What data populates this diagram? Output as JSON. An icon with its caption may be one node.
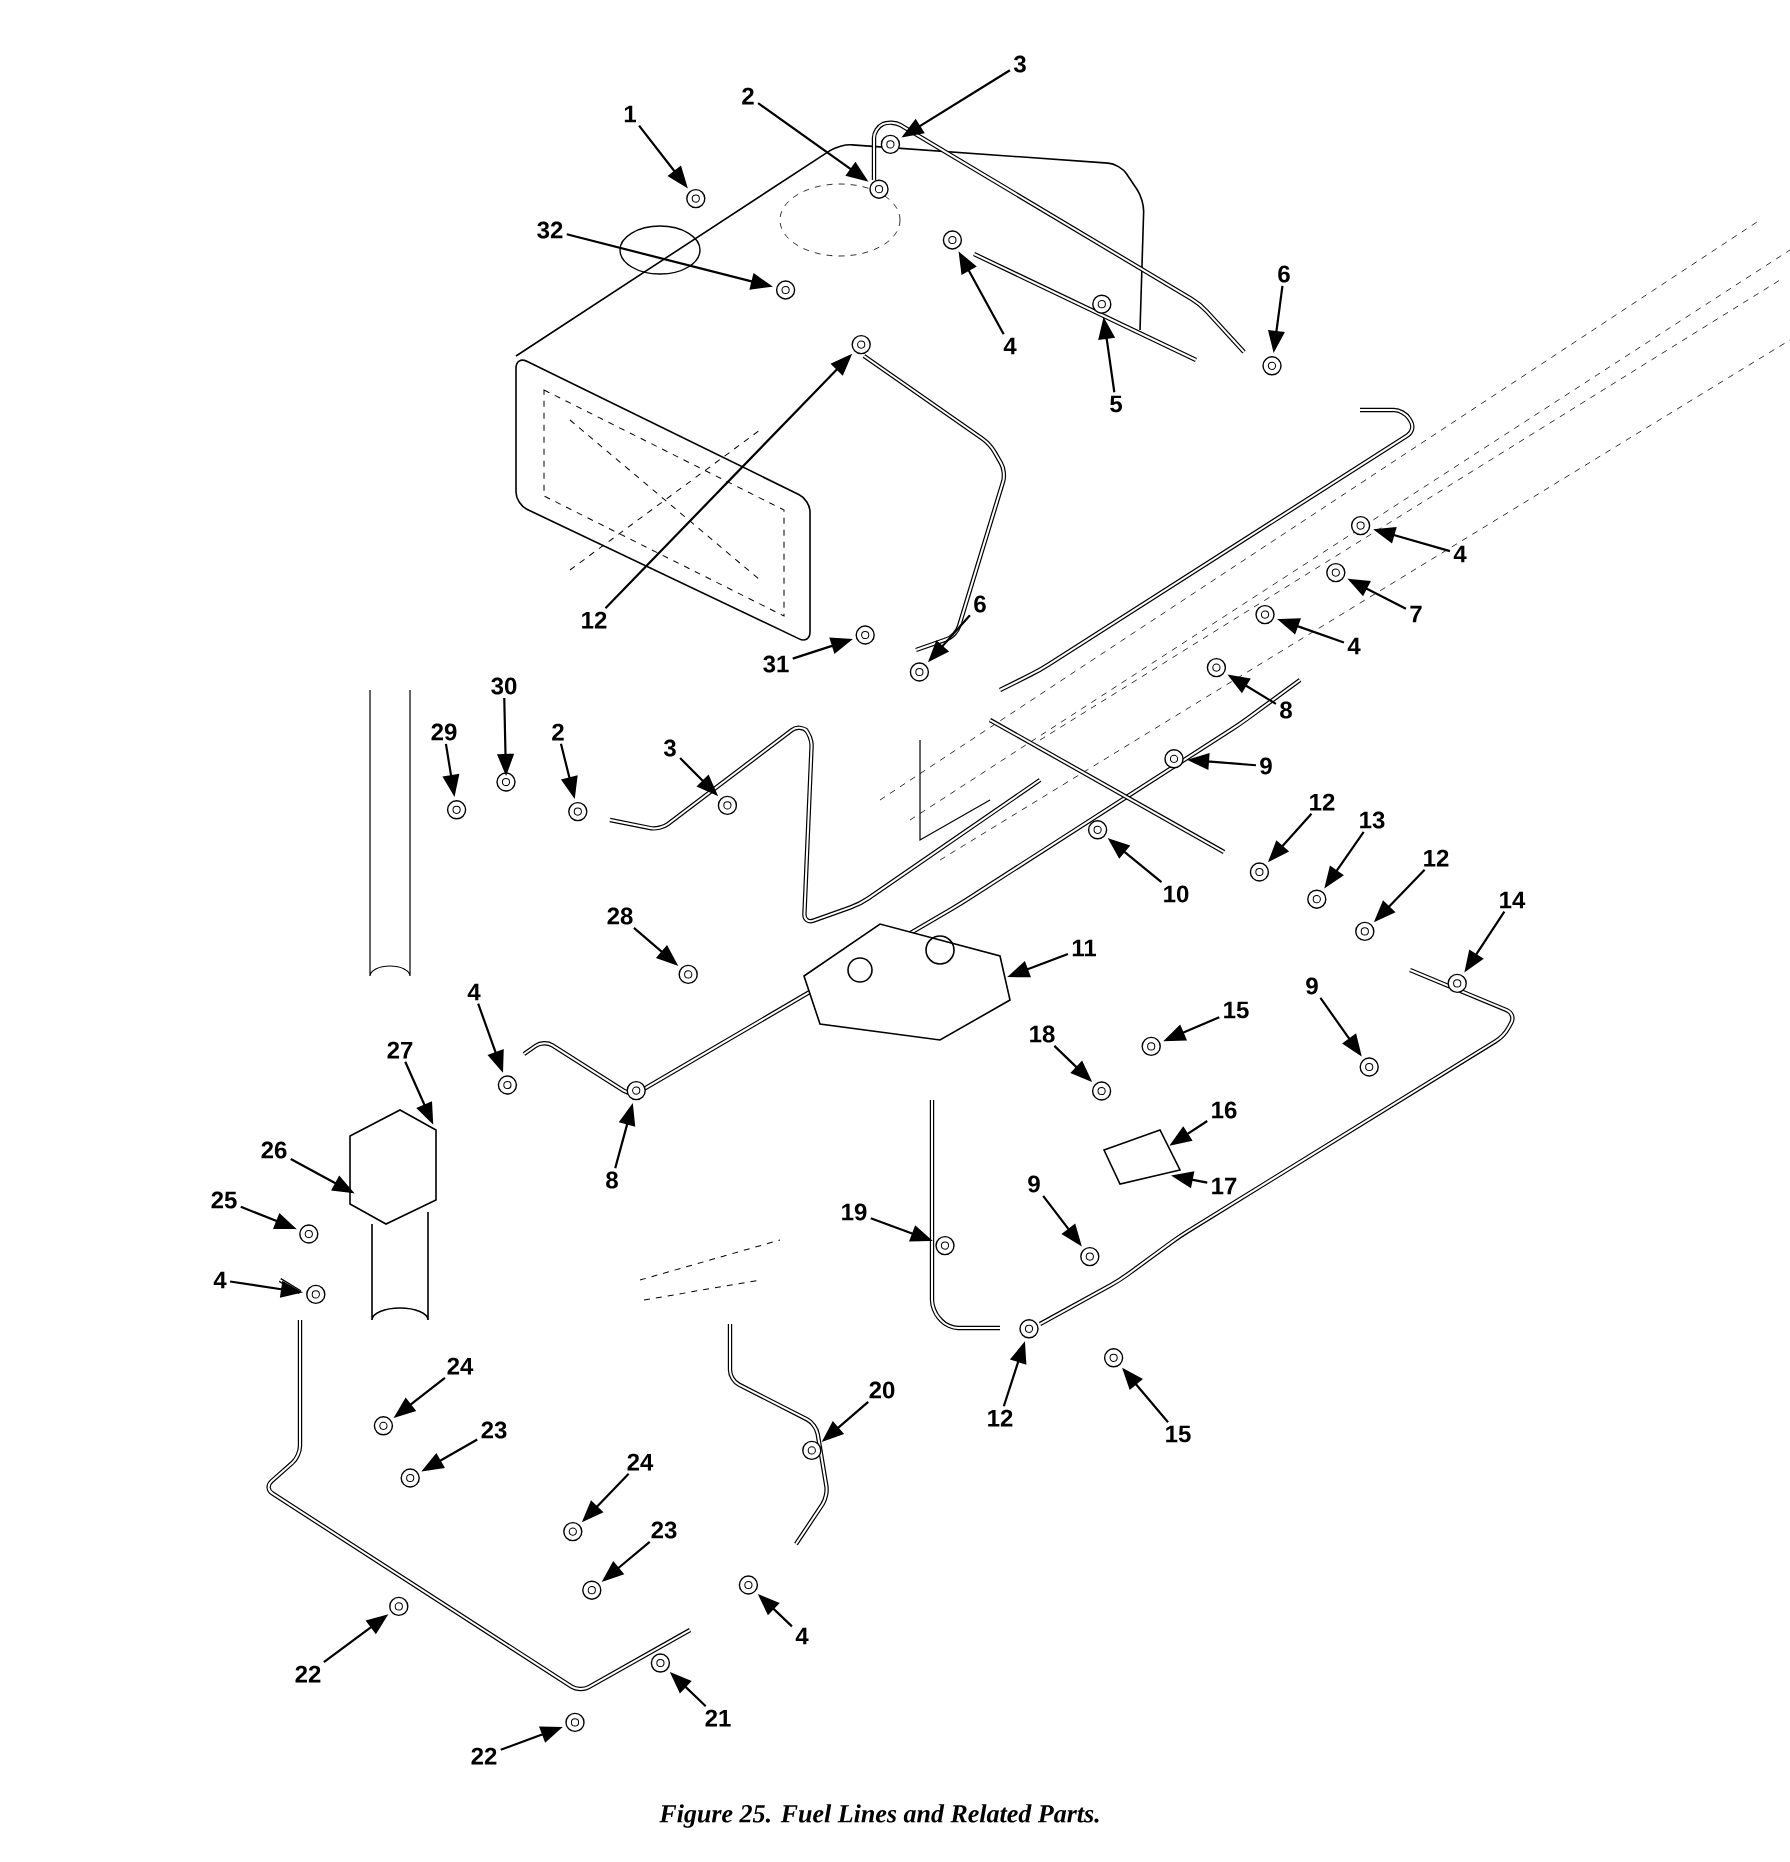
{
  "diagram": {
    "caption": "Figure 25. Fuel Lines and Related Parts.",
    "nodes": [
      {
        "text": [
          "3"
        ]
      },
      {
        "text": [
          "2"
        ]
      },
      {
        "text": [
          "1"
        ]
      },
      {
        "text": [
          "32"
        ]
      },
      {
        "text": [
          "6"
        ]
      },
      {
        "text": [
          "4"
        ]
      },
      {
        "text": [
          "5"
        ]
      },
      {
        "text": [
          "4"
        ]
      },
      {
        "text": [
          "6"
        ]
      },
      {
        "text": [
          "7"
        ]
      },
      {
        "text": [
          "12"
        ]
      },
      {
        "text": [
          "4"
        ]
      },
      {
        "text": [
          "31"
        ]
      },
      {
        "text": [
          "30"
        ]
      },
      {
        "text": [
          "8"
        ]
      },
      {
        "text": [
          "29"
        ]
      },
      {
        "text": [
          "2"
        ]
      },
      {
        "text": [
          "3"
        ]
      },
      {
        "text": [
          "9"
        ]
      },
      {
        "text": [
          "12"
        ]
      },
      {
        "text": [
          "13"
        ]
      },
      {
        "text": [
          "12"
        ]
      },
      {
        "text": [
          "10"
        ]
      },
      {
        "text": [
          "14"
        ]
      },
      {
        "text": [
          "28"
        ]
      },
      {
        "text": [
          "11"
        ]
      },
      {
        "text": [
          "9"
        ]
      },
      {
        "text": [
          "4"
        ]
      },
      {
        "text": [
          "15"
        ]
      },
      {
        "text": [
          "18"
        ]
      },
      {
        "text": [
          "27"
        ]
      },
      {
        "text": [
          "16"
        ]
      },
      {
        "text": [
          "26"
        ]
      },
      {
        "text": [
          "8"
        ]
      },
      {
        "text": [
          "9"
        ]
      },
      {
        "text": [
          "17"
        ]
      },
      {
        "text": [
          "25"
        ]
      },
      {
        "text": [
          "19"
        ]
      },
      {
        "text": [
          "4"
        ]
      },
      {
        "text": [
          "24"
        ]
      },
      {
        "text": [
          "20"
        ]
      },
      {
        "text": [
          "12"
        ]
      },
      {
        "text": [
          "23"
        ]
      },
      {
        "text": [
          "15"
        ]
      },
      {
        "text": [
          "24"
        ]
      },
      {
        "text": [
          "23"
        ]
      },
      {
        "text": [
          "4"
        ]
      },
      {
        "text": [
          "22"
        ]
      },
      {
        "text": [
          "21"
        ]
      },
      {
        "text": [
          "22"
        ]
      },
      {
        "text": [],
        "shape": "picture"
      },
      {
        "text": [],
        "shape": "picture"
      },
      {
        "text": [],
        "shape": "picture"
      },
      {
        "text": [],
        "shape": "picture"
      }
    ],
    "edges": [
      {
        "from": 0,
        "to": null,
        "arrow": "to"
      },
      {
        "from": 1,
        "to": null,
        "arrow": "to"
      },
      {
        "from": 2,
        "to": null,
        "arrow": "to"
      },
      {
        "from": 3,
        "to": null,
        "arrow": "to"
      },
      {
        "from": 4,
        "to": null,
        "arrow": "to"
      },
      {
        "from": 5,
        "to": null,
        "arrow": "to"
      },
      {
        "from": 6,
        "to": null,
        "arrow": "to"
      },
      {
        "from": 7,
        "to": null,
        "arrow": "to"
      },
      {
        "from": 8,
        "to": null,
        "arrow": "to"
      },
      {
        "from": 9,
        "to": null,
        "arrow": "to"
      },
      {
        "from": 10,
        "to": null,
        "arrow": "to"
      },
      {
        "from": 11,
        "to": null,
        "arrow": "to"
      },
      {
        "from": 12,
        "to": null,
        "arrow": "to"
      },
      {
        "from": 13,
        "to": 53,
        "arrow": "to"
      },
      {
        "from": 14,
        "to": null,
        "arrow": "to"
      },
      {
        "from": 15,
        "to": null,
        "arrow": "to"
      },
      {
        "from": 16,
        "to": null,
        "arrow": "to"
      },
      {
        "from": 17,
        "to": null,
        "arrow": "to"
      },
      {
        "from": 18,
        "to": null,
        "arrow": "to"
      },
      {
        "from": 19,
        "to": null,
        "arrow": "to"
      },
      {
        "from": 20,
        "to": null,
        "arrow": "to"
      },
      {
        "from": 21,
        "to": null,
        "arrow": "to"
      },
      {
        "from": 22,
        "to": null,
        "arrow": "to"
      },
      {
        "from": 23,
        "to": null,
        "arrow": "to"
      },
      {
        "from": 24,
        "to": null,
        "arrow": "to"
      },
      {
        "from": 25,
        "to": 52,
        "arrow": "to"
      },
      {
        "from": 26,
        "to": null,
        "arrow": "to"
      },
      {
        "from": 27,
        "to": null,
        "arrow": "to"
      },
      {
        "from": 28,
        "to": null,
        "arrow": "to"
      },
      {
        "from": 29,
        "to": null,
        "arrow": "to"
      },
      {
        "from": 30,
        "to": 50,
        "arrow": "to"
      },
      {
        "from": 31,
        "to": 51,
        "arrow": "to"
      },
      {
        "from": 32,
        "to": 50,
        "arrow": "to"
      },
      {
        "from": 33,
        "to": null,
        "arrow": "to"
      },
      {
        "from": 34,
        "to": null,
        "arrow": "to"
      },
      {
        "from": 35,
        "to": 51,
        "arrow": "to"
      },
      {
        "from": 36,
        "to": null,
        "arrow": "to"
      },
      {
        "from": 37,
        "to": null,
        "arrow": "to"
      },
      {
        "from": 38,
        "to": null,
        "arrow": "to"
      },
      {
        "from": 39,
        "to": null,
        "arrow": "to"
      },
      {
        "from": 40,
        "to": null,
        "arrow": "to"
      },
      {
        "from": 41,
        "to": null,
        "arrow": "to"
      },
      {
        "from": 42,
        "to": null,
        "arrow": "to"
      },
      {
        "from": 43,
        "to": null,
        "arrow": "to"
      },
      {
        "from": 44,
        "to": null,
        "arrow": "to"
      },
      {
        "from": 45,
        "to": null,
        "arrow": "to"
      },
      {
        "from": 46,
        "to": null,
        "arrow": "to"
      },
      {
        "from": 47,
        "to": null,
        "arrow": "to"
      },
      {
        "from": 48,
        "to": null,
        "arrow": "to"
      },
      {
        "from": 49,
        "to": null,
        "arrow": "to"
      }
    ]
  }
}
